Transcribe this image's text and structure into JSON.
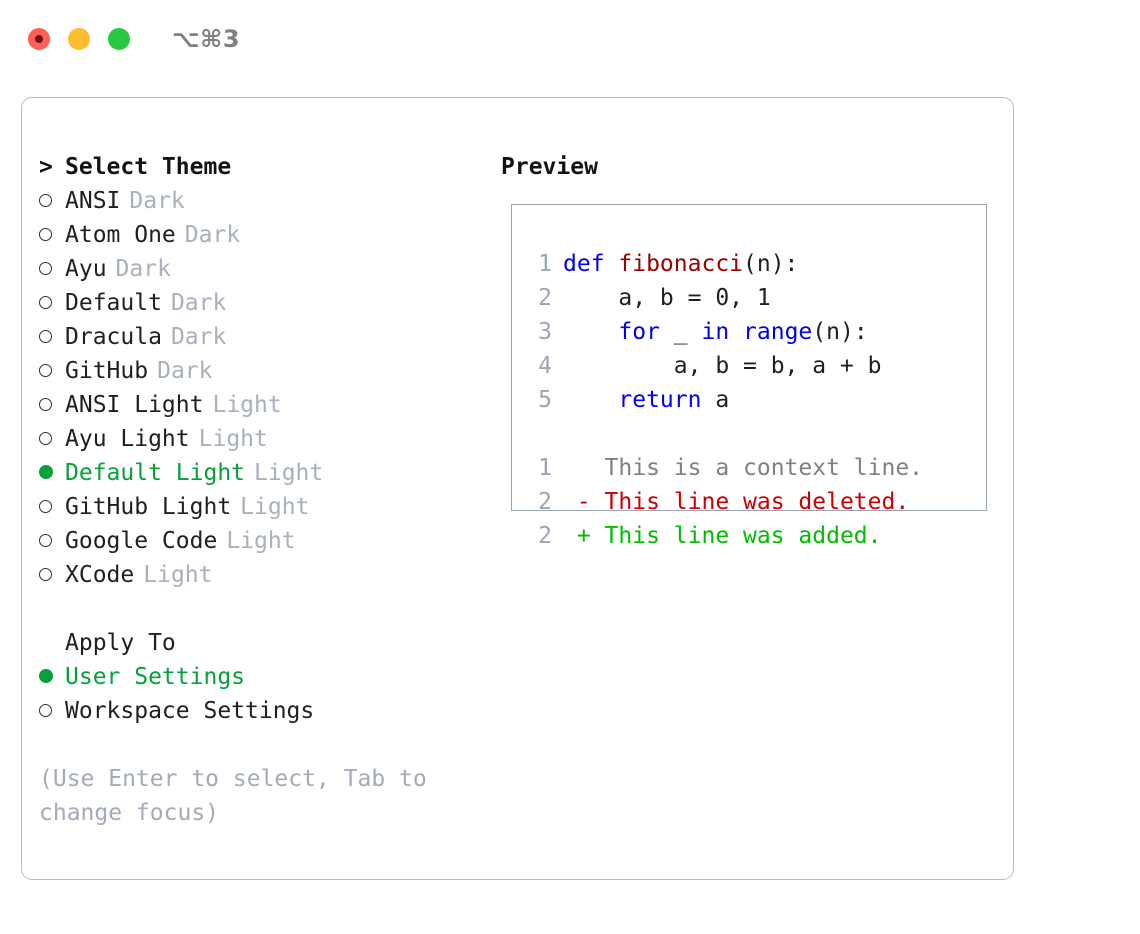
{
  "window": {
    "shortcut": "⌥⌘3",
    "traffic_lights": [
      {
        "name": "close",
        "color": "#ff5f57"
      },
      {
        "name": "minimize",
        "color": "#febc2e"
      },
      {
        "name": "zoom",
        "color": "#28c840"
      }
    ]
  },
  "theme_list": {
    "header": "Select Theme",
    "header_marker": ">",
    "items": [
      {
        "name": "ANSI",
        "kind": "Dark",
        "selected": false
      },
      {
        "name": "Atom One",
        "kind": "Dark",
        "selected": false
      },
      {
        "name": "Ayu",
        "kind": "Dark",
        "selected": false
      },
      {
        "name": "Default",
        "kind": "Dark",
        "selected": false
      },
      {
        "name": "Dracula",
        "kind": "Dark",
        "selected": false
      },
      {
        "name": "GitHub",
        "kind": "Dark",
        "selected": false
      },
      {
        "name": "ANSI Light",
        "kind": "Light",
        "selected": false
      },
      {
        "name": "Ayu Light",
        "kind": "Light",
        "selected": false
      },
      {
        "name": "Default Light",
        "kind": "Light",
        "selected": true
      },
      {
        "name": "GitHub Light",
        "kind": "Light",
        "selected": false
      },
      {
        "name": "Google Code",
        "kind": "Light",
        "selected": false
      },
      {
        "name": "XCode",
        "kind": "Light",
        "selected": false
      }
    ]
  },
  "apply_to": {
    "header": "Apply To",
    "items": [
      {
        "name": "User Settings",
        "selected": true
      },
      {
        "name": "Workspace Settings",
        "selected": false
      }
    ]
  },
  "hint": "(Use Enter to select, Tab to change focus)",
  "preview": {
    "title": "Preview",
    "code_lines": [
      {
        "no": "1",
        "tokens": [
          {
            "text": "def ",
            "kind": "kw"
          },
          {
            "text": "fibonacci",
            "kind": "fn"
          },
          {
            "text": "(n):",
            "kind": "plain"
          }
        ]
      },
      {
        "no": "2",
        "tokens": [
          {
            "text": "    a, b = 0, 1",
            "kind": "plain"
          }
        ]
      },
      {
        "no": "3",
        "tokens": [
          {
            "text": "    ",
            "kind": "plain"
          },
          {
            "text": "for",
            "kind": "kw"
          },
          {
            "text": " _ ",
            "kind": "plain"
          },
          {
            "text": "in",
            "kind": "kw"
          },
          {
            "text": " ",
            "kind": "plain"
          },
          {
            "text": "range",
            "kind": "kw"
          },
          {
            "text": "(n):",
            "kind": "plain"
          }
        ]
      },
      {
        "no": "4",
        "tokens": [
          {
            "text": "        a, b = b, a + b",
            "kind": "plain"
          }
        ]
      },
      {
        "no": "5",
        "tokens": [
          {
            "text": "    ",
            "kind": "plain"
          },
          {
            "text": "return",
            "kind": "kw"
          },
          {
            "text": " a",
            "kind": "plain"
          }
        ]
      }
    ],
    "diff_lines": [
      {
        "no": "1",
        "tokens": [
          {
            "text": "   This is a context line.",
            "kind": "ctx"
          }
        ]
      },
      {
        "no": "2",
        "tokens": [
          {
            "text": " - This line was deleted.",
            "kind": "del"
          }
        ]
      },
      {
        "no": "2",
        "tokens": [
          {
            "text": " + This line was added.",
            "kind": "add"
          }
        ]
      }
    ]
  },
  "colors": {
    "selected_green": "#05a03a",
    "muted_gray": "#a8b0bc",
    "keyword_blue": "#0000ee",
    "function_red": "#990000",
    "diff_delete": "#cc0000",
    "diff_add": "#00bd00",
    "panel_border": "#b3bcc8",
    "preview_border": "#9aa5b2"
  }
}
